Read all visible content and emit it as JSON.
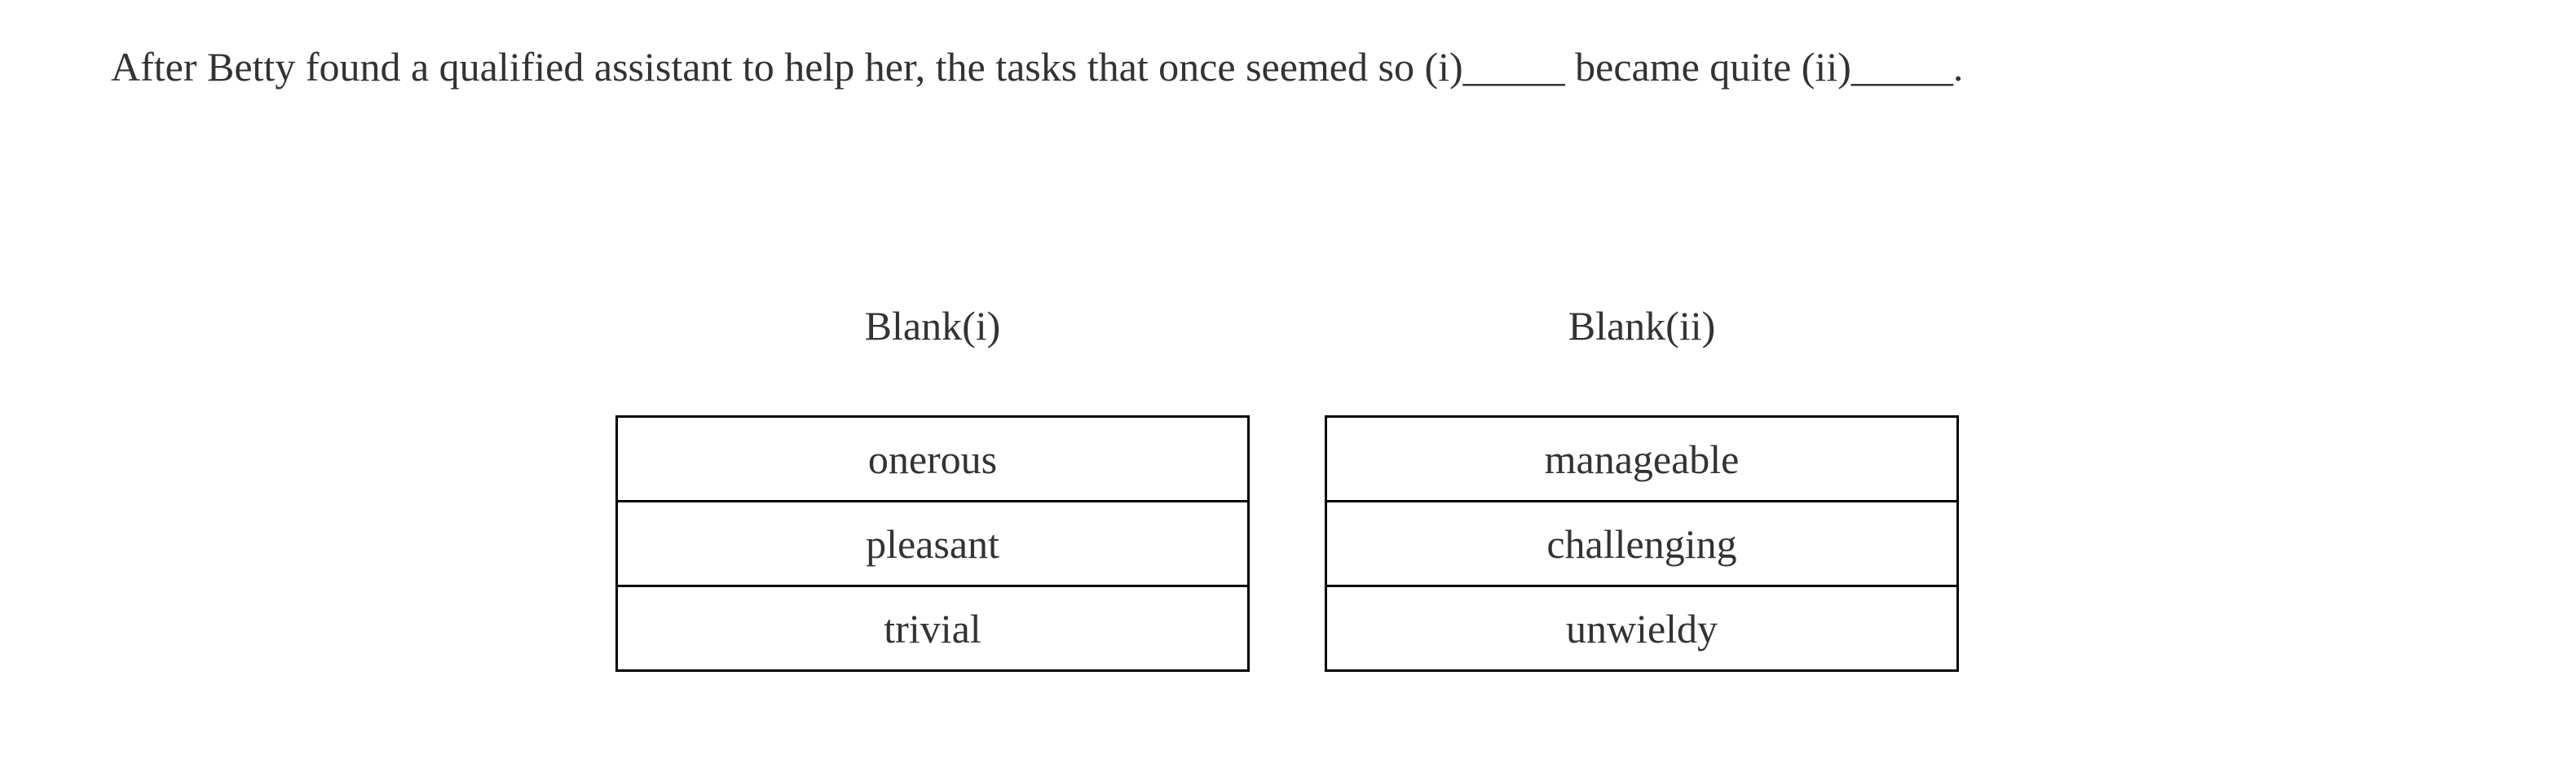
{
  "question": {
    "text": "After Betty found a qualified assistant to help her, the tasks that once seemed so (i)_____ became quite (ii)_____."
  },
  "blanks": [
    {
      "heading": "Blank(i)",
      "options": [
        "onerous",
        "pleasant",
        "trivial"
      ]
    },
    {
      "heading": "Blank(ii)",
      "options": [
        "manageable",
        "challenging",
        "unwieldy"
      ]
    }
  ],
  "colors": {
    "text": "#333333",
    "border": "#000000",
    "background": "#ffffff"
  }
}
